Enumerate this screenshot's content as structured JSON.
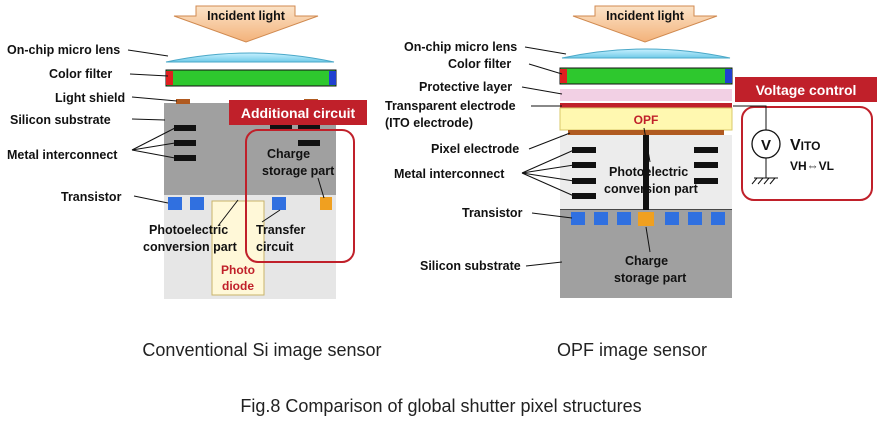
{
  "left": {
    "incident_light": "Incident light",
    "labels": {
      "micro_lens": "On-chip micro lens",
      "color_filter": "Color filter",
      "light_shield": "Light shield",
      "silicon_substrate": "Silicon substrate",
      "metal_interconnect": "Metal interconnect",
      "transistor": "Transistor",
      "photo_conv_1": "Photoelectric",
      "photo_conv_2": "conversion part",
      "charge_storage_1": "Charge",
      "charge_storage_2": "storage part",
      "transfer_1": "Transfer",
      "transfer_2": "circuit",
      "photo_diode_1": "Photo",
      "photo_diode_2": "diode"
    },
    "tag": "Additional circuit",
    "caption": "Conventional Si image sensor"
  },
  "right": {
    "incident_light": "Incident light",
    "labels": {
      "micro_lens": "On-chip micro lens",
      "color_filter": "Color filter",
      "protective_layer": "Protective layer",
      "transparent_electrode": "Transparent electrode",
      "ito_electrode": "(ITO electrode)",
      "opf": "OPF",
      "pixel_electrode": "Pixel electrode",
      "metal_interconnect": "Metal interconnect",
      "photo_conv_1": "Photoelectric",
      "photo_conv_2": "conversion part",
      "transistor": "Transistor",
      "charge_storage_1": "Charge",
      "charge_storage_2": "storage part",
      "silicon_substrate": "Silicon substrate"
    },
    "tag": "Voltage control",
    "voltage_symbol": "V",
    "v_ito_main": "V",
    "v_ito_sub": "ITO",
    "vh_vl": "VH⇔VL",
    "caption": "OPF image sensor"
  },
  "figure_caption": "Fig.8 Comparison of global shutter pixel structures",
  "colors": {
    "accent_red": "#c0202a",
    "lens": "#8fd8f0",
    "filter_green": "#2ec82e",
    "filter_red": "#e02020",
    "filter_blue": "#2040d0",
    "substrate_gray": "#a0a0a0",
    "transistor_blue": "#3070e0",
    "charge_orange": "#f0a020",
    "light_shield": "#b05a20",
    "opf_yellow": "#fff8b0"
  }
}
